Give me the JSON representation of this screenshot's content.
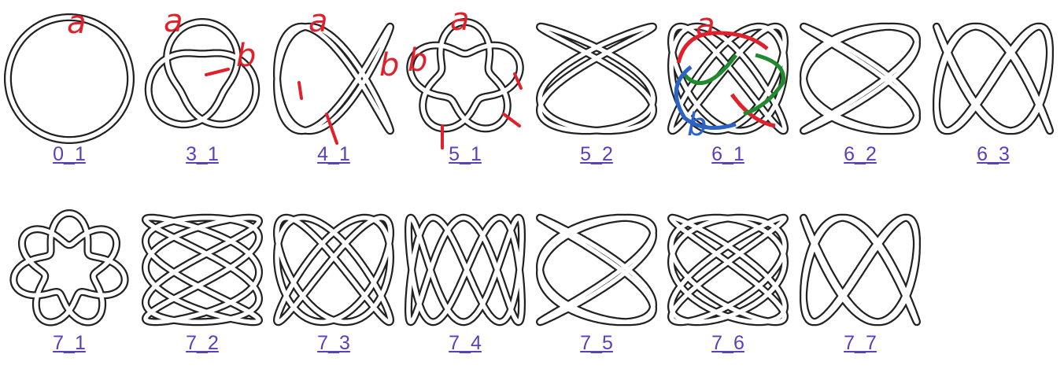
{
  "knots": [
    {
      "id": "0_1",
      "label": "0_1",
      "kind": "unknot"
    },
    {
      "id": "3_1",
      "label": "3_1",
      "kind": "torus",
      "p": 3,
      "q": 2
    },
    {
      "id": "4_1",
      "label": "4_1",
      "kind": "lissa",
      "a": 2,
      "b": 3
    },
    {
      "id": "5_1",
      "label": "5_1",
      "kind": "torus",
      "p": 5,
      "q": 2
    },
    {
      "id": "5_2",
      "label": "5_2",
      "kind": "lissa",
      "a": 3,
      "b": 2
    },
    {
      "id": "6_1",
      "label": "6_1",
      "kind": "lissa",
      "a": 3,
      "b": 4
    },
    {
      "id": "6_2",
      "label": "6_2",
      "kind": "lissa",
      "a": 4,
      "b": 3
    },
    {
      "id": "6_3",
      "label": "6_3",
      "kind": "lissa",
      "a": 3,
      "b": 5
    },
    {
      "id": "7_1",
      "label": "7_1",
      "kind": "torus",
      "p": 7,
      "q": 2
    },
    {
      "id": "7_2",
      "label": "7_2",
      "kind": "lissa",
      "a": 5,
      "b": 3
    },
    {
      "id": "7_3",
      "label": "7_3",
      "kind": "lissa",
      "a": 3,
      "b": 4
    },
    {
      "id": "7_4",
      "label": "7_4",
      "kind": "lissa",
      "a": 2,
      "b": 5
    },
    {
      "id": "7_5",
      "label": "7_5",
      "kind": "lissa",
      "a": 4,
      "b": 3
    },
    {
      "id": "7_6",
      "label": "7_6",
      "kind": "lissa",
      "a": 5,
      "b": 4
    },
    {
      "id": "7_7",
      "label": "7_7",
      "kind": "lissa",
      "a": 3,
      "b": 5
    }
  ],
  "annotations": {
    "letters": [
      "a",
      "a",
      "b",
      "a",
      "b",
      "b",
      "a",
      "a",
      "b"
    ],
    "colors": {
      "red": "#e0202a",
      "green": "#1f8a2e",
      "blue": "#2b63c8"
    }
  }
}
